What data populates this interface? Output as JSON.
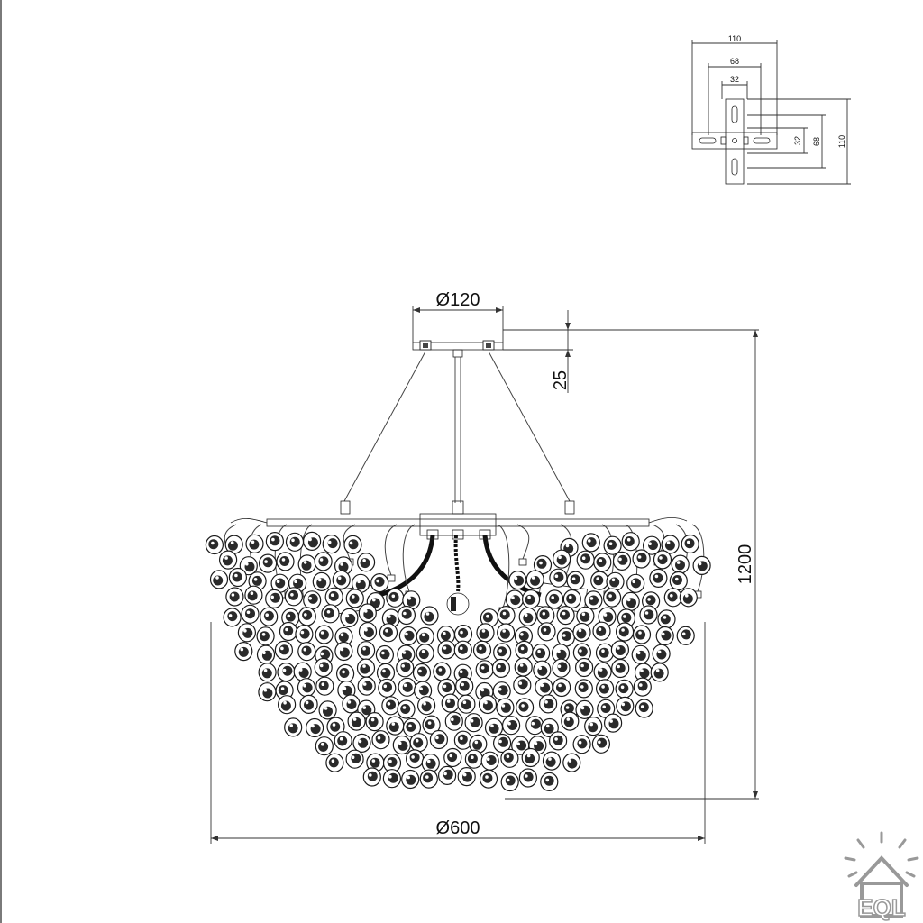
{
  "drawing": {
    "dimensions": {
      "canopy_diameter": "Ø120",
      "canopy_height": "25",
      "overall_height": "1200",
      "overall_diameter": "Ø600"
    },
    "bracket_detail": {
      "outer_width": "110",
      "middle_width": "68",
      "inner_width": "32",
      "inner_height": "32",
      "middle_height": "68",
      "outer_height": "110"
    }
  },
  "logo": {
    "text": "EQL",
    "icon": "sun-house-logo-icon"
  }
}
